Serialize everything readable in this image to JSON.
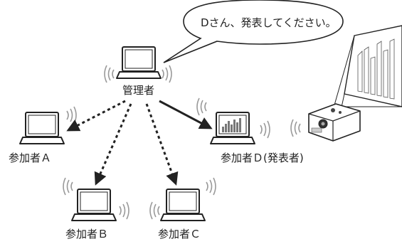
{
  "speech_bubble": "Dさん、発表してください。",
  "nodes": {
    "admin": "管理者",
    "participant_a": "参加者Ａ",
    "participant_b": "参加者Ｂ",
    "participant_c": "参加者Ｃ",
    "participant_d": "参加者Ｄ(発表者)"
  },
  "colors": {
    "stroke": "#222222",
    "laptop_screen": "#ffffff",
    "wave": "#9a9a9a"
  },
  "icons": [
    "laptop-icon",
    "projector-icon",
    "wireless-wave-icon",
    "bar-chart-screen-icon"
  ]
}
